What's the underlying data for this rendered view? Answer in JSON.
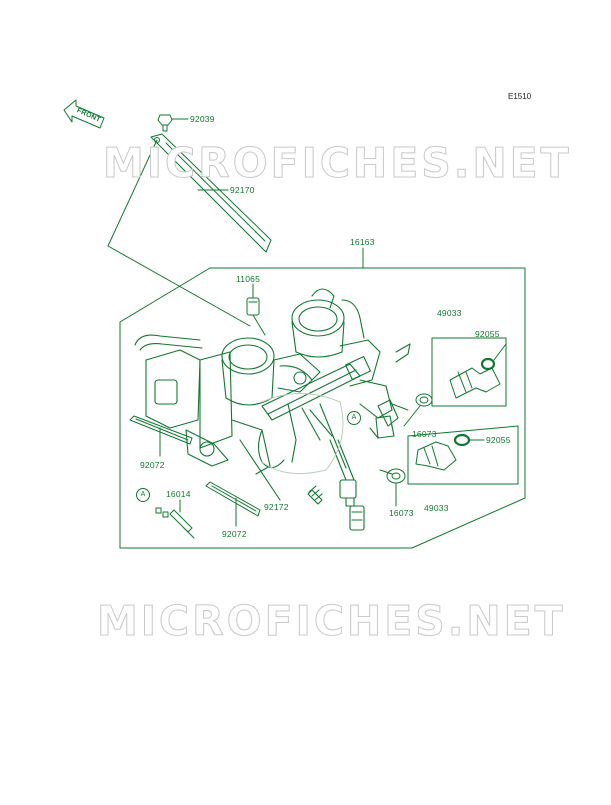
{
  "diagram_code": "E1510",
  "front_label": "FRONT",
  "watermark": "MICROFICHES.NET",
  "ref_marker": "A",
  "part_labels": {
    "p92039": "92039",
    "p92170": "92170",
    "p16163": "16163",
    "p11065": "11065",
    "p49033_top": "49033",
    "p92055_top": "92055",
    "p16073_top": "16073",
    "p92055_mid": "92055",
    "p16073_bot": "16073",
    "p49033_bot": "49033",
    "p92072_left": "92072",
    "p16014": "16014",
    "p92172": "92172",
    "p92072_bot": "92072"
  },
  "colors": {
    "line": "#0f7a2f",
    "watermark_outline": "#c9c9c9"
  }
}
